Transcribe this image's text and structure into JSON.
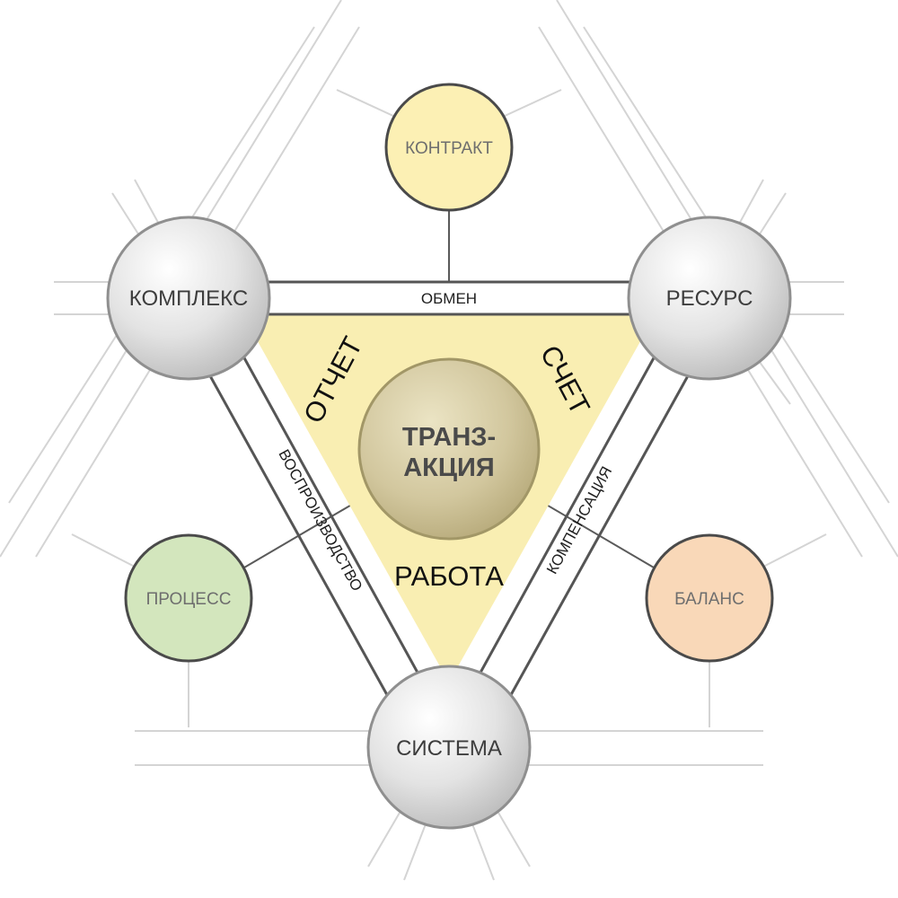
{
  "nodes": {
    "kontrakt": "КОНТРАКТ",
    "kompleks": "КОМПЛЕКС",
    "resurs": "РЕСУРС",
    "sistema": "СИСТЕМА",
    "process": "ПРОЦЕСС",
    "balans": "БАЛАНС"
  },
  "center": {
    "line1": "ТРАНЗ-",
    "line2": "АКЦИЯ"
  },
  "sectors": {
    "left": "ОТЧЕТ",
    "right": "СЧЕТ",
    "bottom": "РАБОТА"
  },
  "bands": {
    "top": "ОБМЕН",
    "left": "ВОСПРОИЗВОДСТВО",
    "right": "КОМПЕНСАЦИЯ"
  },
  "colors": {
    "triangle_fill": "#f9eeb2",
    "center_sphere": "#cfc49a",
    "kontrakt_fill": "#fcf0b4",
    "process_fill": "#d3e6bd",
    "balans_fill": "#f9d8b8",
    "gray_sphere": "#d9d9d9",
    "band_stroke": "#555555",
    "thin_line": "#bdbdbd"
  }
}
